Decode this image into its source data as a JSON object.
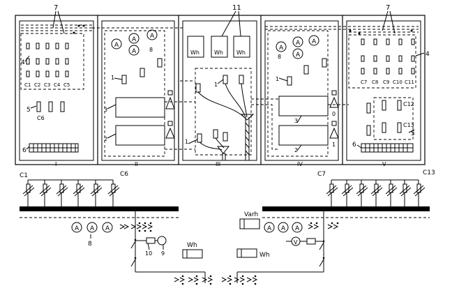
{
  "labels": {
    "l7a": "7",
    "l7b": "7",
    "l11": "11",
    "l4a": "4",
    "l4b": "4",
    "c1": "C1",
    "c2": "C2",
    "c3": "C3",
    "c4": "C4",
    "c5": "C5",
    "c6": "C6",
    "l5a": "5",
    "l5b": "5",
    "l6a": "6",
    "l6b": "6",
    "l8a": "8",
    "l8b": "8",
    "l8c": "8",
    "l1a": "1",
    "l1b": "1",
    "l1c": "1",
    "l1d": "1",
    "l3a": "3",
    "l3b": "3",
    "l2a": "2",
    "l2b": "2",
    "l0": "0",
    "l1e": "1",
    "c7": "C7",
    "c8": "C8",
    "c9": "C9",
    "c10": "C10",
    "c11": "C11",
    "c12": "C12",
    "c13": "C13",
    "p1": "I",
    "p2": "II",
    "p3": "III",
    "p4": "IV",
    "p5": "V",
    "wh1": "Wh",
    "wh2": "Wh",
    "wh3": "Wh",
    "bc1": "C1",
    "bc6": "C6",
    "bc7": "C7",
    "bc13": "C13",
    "l10": "10",
    "l9": "9",
    "whb1": "Wh",
    "whb2": "Wh",
    "varh": "Varh"
  },
  "meter_symbols": {
    "ammeter": "A",
    "voltmeter": "V"
  }
}
